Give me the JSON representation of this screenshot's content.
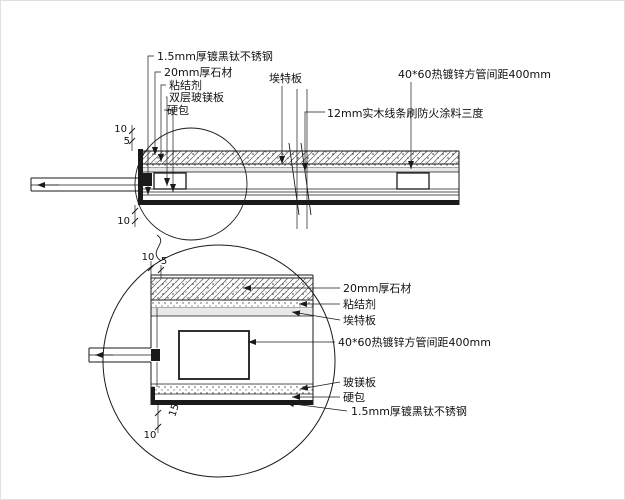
{
  "colors": {
    "ink": "#1a1a1a",
    "paper": "#ffffff"
  },
  "top_view": {
    "label_stainless": "1.5mm厚镀黑钛不锈钢",
    "label_stone": "20mm厚石材",
    "label_adhesive": "粘结剂",
    "label_double_mgo": "双层玻镁板",
    "label_hardpack": "硬包",
    "label_etex": "埃特板",
    "label_tube": "40*60热镀锌方管间距400mm",
    "label_wood": "12mm实木线条刷防火涂料三度",
    "dim_top_a": "10",
    "dim_top_b": "5",
    "dim_bottom": "10"
  },
  "detail_view": {
    "label_stone": "20mm厚石材",
    "label_adhesive": "粘结剂",
    "label_etex": "埃特板",
    "label_tube": "40*60热镀锌方管间距400mm",
    "label_mgo": "玻镁板",
    "label_hardpack": "硬包",
    "label_stainless": "1.5mm厚镀黑钛不锈钢",
    "dim_top_a": "10",
    "dim_top_b": "5",
    "dim_side": "15",
    "dim_bottom": "10"
  }
}
